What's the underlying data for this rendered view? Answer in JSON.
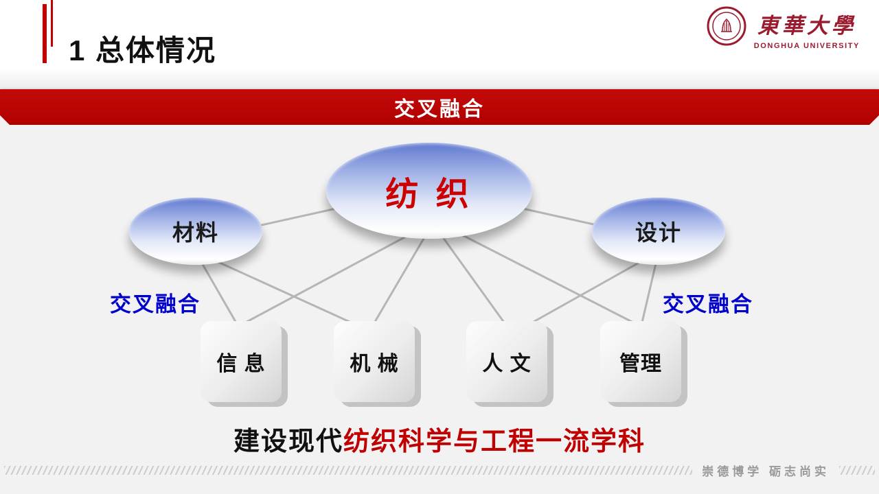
{
  "header": {
    "title": "1 总体情况"
  },
  "logo": {
    "name_cn": "東華大學",
    "name_en": "DONGHUA UNIVERSITY"
  },
  "banner": {
    "label": "交叉融合"
  },
  "diagram": {
    "center_ellipse": "纺 织",
    "left_ellipse": "材料",
    "right_ellipse": "设计",
    "boxes": [
      "信 息",
      "机 械",
      "人 文",
      "管理"
    ],
    "left_cross_label": "交叉融合",
    "right_cross_label": "交叉融合"
  },
  "slogan": {
    "black_part": "建设现代",
    "red_part": "纺织科学与工程一流学科"
  },
  "footer": {
    "motto": "崇德博学  砺志尚实"
  },
  "colors": {
    "banner_red": "#c00000",
    "slogan_red": "#c00000",
    "center_text_red": "#cc0000",
    "cross_label_blue": "#0000cc",
    "ellipse_blue": "#5f78d0",
    "logo_red": "#9b1b2e"
  }
}
